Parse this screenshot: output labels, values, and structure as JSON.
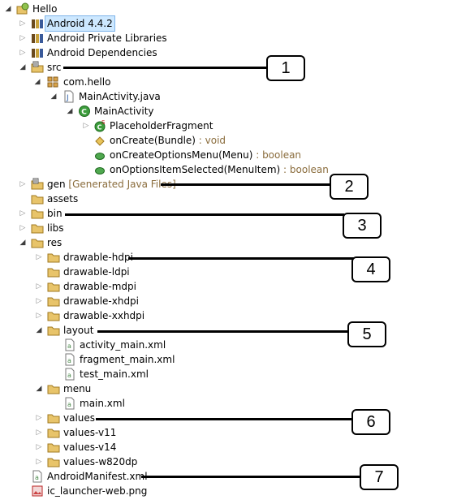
{
  "tree": {
    "items": [
      {
        "label": "Hello",
        "icon": "project-icon"
      },
      {
        "label": "Android 4.4.2",
        "icon": "library-icon",
        "selected": true
      },
      {
        "label": "Android Private Libraries",
        "icon": "library-icon"
      },
      {
        "label": "Android Dependencies",
        "icon": "library-icon"
      },
      {
        "label": "src",
        "icon": "source-folder-icon"
      },
      {
        "label": "com.hello",
        "icon": "package-icon"
      },
      {
        "label": "MainActivity.java",
        "icon": "java-file-icon"
      },
      {
        "label": "MainActivity",
        "icon": "class-icon"
      },
      {
        "label": "PlaceholderFragment",
        "icon": "inner-class-icon"
      },
      {
        "label": "onCreate(Bundle)",
        "type": " : void",
        "icon": "protected-method-icon"
      },
      {
        "label": "onCreateOptionsMenu(Menu)",
        "type": " : boolean",
        "icon": "public-method-icon"
      },
      {
        "label": "onOptionsItemSelected(MenuItem)",
        "type": " : boolean",
        "icon": "public-method-icon"
      },
      {
        "label": "gen",
        "decoration": " [Generated Java Files]",
        "icon": "source-folder-icon"
      },
      {
        "label": "assets",
        "icon": "folder-icon"
      },
      {
        "label": "bin",
        "icon": "folder-icon"
      },
      {
        "label": "libs",
        "icon": "folder-icon"
      },
      {
        "label": "res",
        "icon": "folder-icon"
      },
      {
        "label": "drawable-hdpi",
        "icon": "folder-icon"
      },
      {
        "label": "drawable-ldpi",
        "icon": "folder-icon"
      },
      {
        "label": "drawable-mdpi",
        "icon": "folder-icon"
      },
      {
        "label": "drawable-xhdpi",
        "icon": "folder-icon"
      },
      {
        "label": "drawable-xxhdpi",
        "icon": "folder-icon"
      },
      {
        "label": "layout",
        "icon": "folder-icon"
      },
      {
        "label": "activity_main.xml",
        "icon": "xml-file-icon"
      },
      {
        "label": "fragment_main.xml",
        "icon": "xml-file-icon"
      },
      {
        "label": "test_main.xml",
        "icon": "xml-file-icon"
      },
      {
        "label": "menu",
        "icon": "folder-icon"
      },
      {
        "label": "main.xml",
        "icon": "xml-file-icon"
      },
      {
        "label": "values",
        "icon": "folder-icon"
      },
      {
        "label": "values-v11",
        "icon": "folder-icon"
      },
      {
        "label": "values-v14",
        "icon": "folder-icon"
      },
      {
        "label": "values-w820dp",
        "icon": "folder-icon"
      },
      {
        "label": "AndroidManifest.xml",
        "icon": "xml-file-icon"
      },
      {
        "label": "ic_launcher-web.png",
        "icon": "image-file-icon"
      }
    ]
  },
  "callouts": [
    "1",
    "2",
    "3",
    "4",
    "5",
    "6",
    "7"
  ],
  "colors": {
    "selection_bg": "#cde8ff",
    "decoration": "#8a6c3c",
    "folder": "#e8c46a",
    "class_green": "#3d9d3d"
  }
}
